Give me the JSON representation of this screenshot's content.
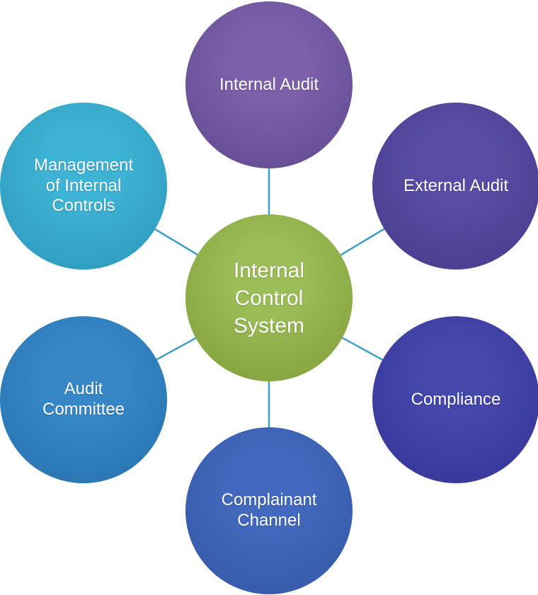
{
  "diagram": {
    "type": "radial-cycle",
    "background_color": "#FFFFFF",
    "connector_color": "#3E9FC3",
    "text_color": "#FFFFFF",
    "center_node": {
      "id": "internal-control-system",
      "label": "Internal\nControl\nSystem",
      "colors": {
        "light": "#9CBC58",
        "dark": "#7E9C38"
      }
    },
    "nodes": [
      {
        "id": "internal-audit",
        "label": "Internal Audit",
        "position": "top",
        "colors": {
          "light": "#7C61AA",
          "dark": "#5F478C"
        }
      },
      {
        "id": "external-audit",
        "label": "External Audit",
        "position": "top-right",
        "colors": {
          "light": "#594CA4",
          "dark": "#453A88"
        }
      },
      {
        "id": "compliance",
        "label": "Compliance",
        "position": "bottom-right",
        "colors": {
          "light": "#4547AA",
          "dark": "#343395"
        }
      },
      {
        "id": "complainant-channel",
        "label": "Complainant\nChannel",
        "position": "bottom",
        "colors": {
          "light": "#4269BE",
          "dark": "#3456A3"
        }
      },
      {
        "id": "audit-committee",
        "label": "Audit\nCommittee",
        "position": "bottom-left",
        "colors": {
          "light": "#3787C6",
          "dark": "#2570AC"
        }
      },
      {
        "id": "management-of-internal-controls",
        "label": "Management\nof Internal\nControls",
        "position": "top-left",
        "colors": {
          "light": "#3EB3D5",
          "dark": "#2C96B8"
        }
      }
    ]
  }
}
